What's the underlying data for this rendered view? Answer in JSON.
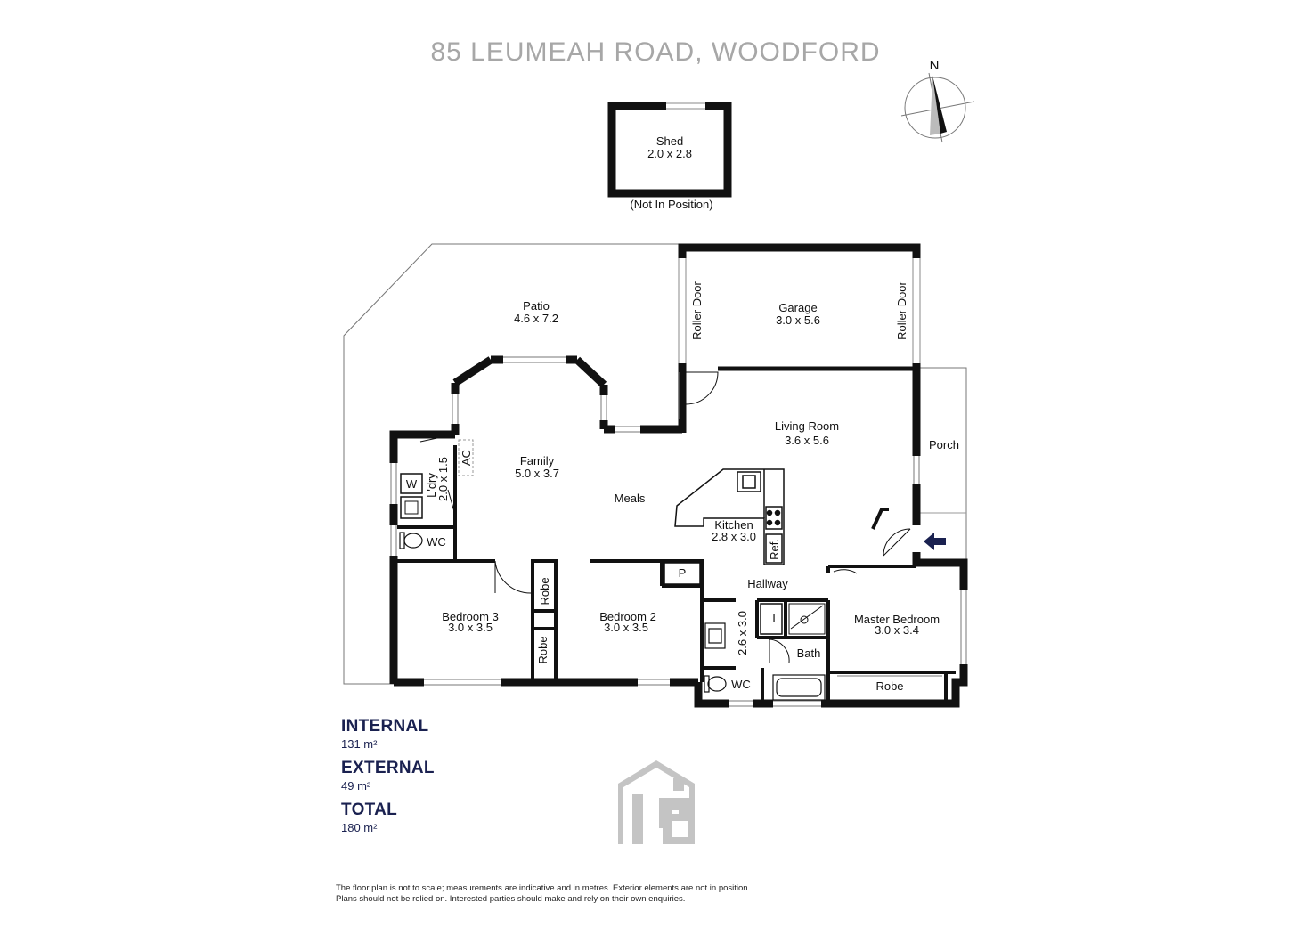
{
  "title": "85 LEUMEAH ROAD, WOODFORD",
  "compass": {
    "label": "N"
  },
  "shed": {
    "name": "Shed",
    "dims": "2.0 x 2.8",
    "note": "(Not In Position)"
  },
  "rooms": {
    "patio": {
      "name": "Patio",
      "dims": "4.6 x 7.2"
    },
    "garage": {
      "name": "Garage",
      "dims": "3.0 x 5.6"
    },
    "roller_door_left": "Roller Door",
    "roller_door_right": "Roller Door",
    "living": {
      "name": "Living Room",
      "dims": "3.6 x 5.6"
    },
    "porch": {
      "name": "Porch"
    },
    "family": {
      "name": "Family",
      "dims": "5.0 x 3.7"
    },
    "meals": {
      "name": "Meals"
    },
    "kitchen": {
      "name": "Kitchen",
      "dims": "2.8 x 3.0"
    },
    "ldry": {
      "name": "L'dry",
      "dims": "2.0 x 1.5"
    },
    "ac": "AC",
    "washer": "W",
    "ref": "Ref.",
    "wc_left": "WC",
    "pantry": "P",
    "hallway": "Hallway",
    "robe_upper": "Robe",
    "robe_lower": "Robe",
    "bedroom3": {
      "name": "Bedroom 3",
      "dims": "3.0 x 3.5"
    },
    "bedroom2": {
      "name": "Bedroom 2",
      "dims": "3.0 x 3.5"
    },
    "bath_dims": "2.6 x 3.0",
    "linen": "L",
    "bath": "Bath",
    "wc_right": "WC",
    "master": {
      "name": "Master Bedroom",
      "dims": "3.0 x 3.4"
    },
    "master_robe": "Robe"
  },
  "areas": [
    {
      "label": "INTERNAL",
      "value": "131 m²"
    },
    {
      "label": "EXTERNAL",
      "value": "49 m²"
    },
    {
      "label": "TOTAL",
      "value": "180 m²"
    }
  ],
  "disclaimer": [
    "The floor plan is not to scale; measurements are indicative and in metres. Exterior elements are not in position.",
    "Plans should not be relied on. Interested parties should make and rely on their own enquiries."
  ],
  "colors": {
    "wall": "#111111",
    "accent": "#1a2150",
    "title": "#a7a7a7",
    "logo": "#c4c4c4"
  }
}
